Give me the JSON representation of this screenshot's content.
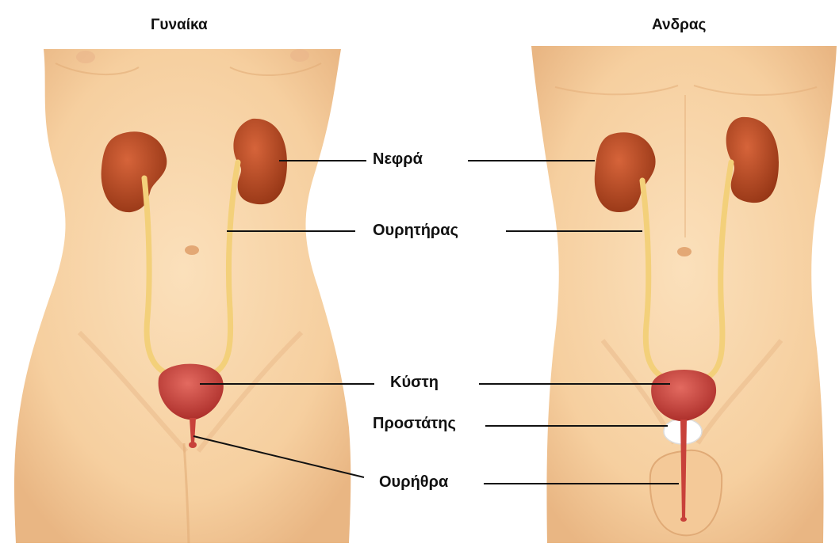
{
  "figure": {
    "titles": {
      "female": "Γυναίκα",
      "male": "Ανδρας"
    },
    "labels": {
      "kidneys": "Νεφρά",
      "ureter": "Ουρητήρας",
      "bladder": "Κύστη",
      "prostate": "Προστάτης",
      "urethra": "Ουρήθρα"
    },
    "colors": {
      "skin": "#f8d3a6",
      "skin_shadow": "#e6b582",
      "kidney": "#b14a22",
      "ureter": "#f3d07a",
      "bladder": "#c8413a",
      "prostate": "#ffffff",
      "leader_line": "#111111"
    }
  }
}
